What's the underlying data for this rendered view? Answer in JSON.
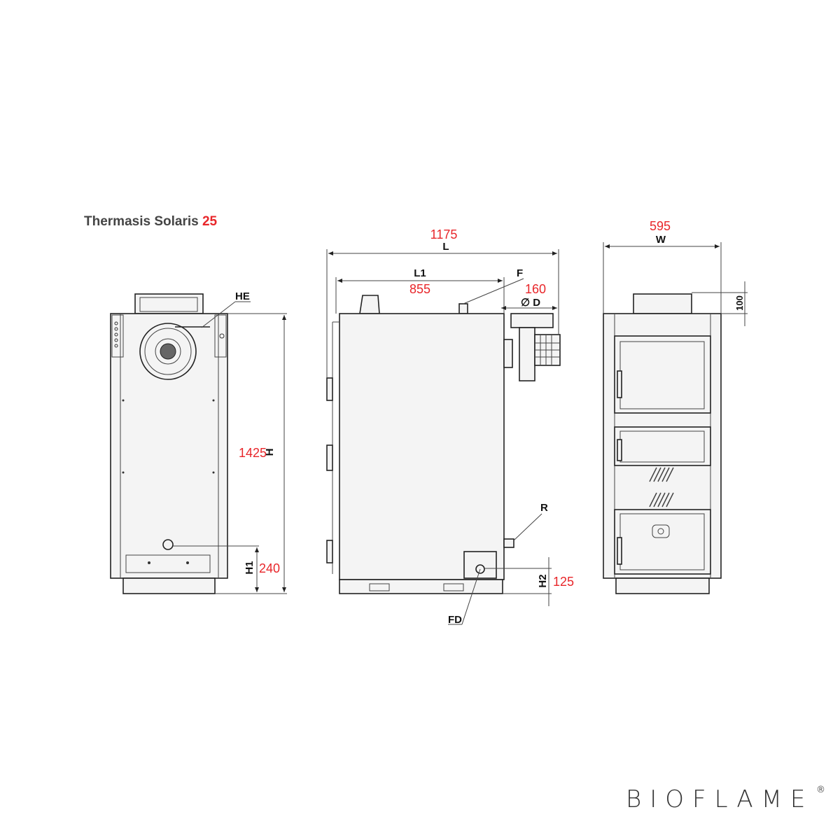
{
  "title": {
    "model": "Thermasis Solaris",
    "size": "25"
  },
  "front_view": {
    "he_label": "HE",
    "height_value": "1425",
    "height_label": "H",
    "h1_value": "240",
    "h1_label": "H1"
  },
  "side_view": {
    "length_value": "1175",
    "length_label": "L",
    "l1_value": "855",
    "l1_label": "L1",
    "f_label": "F",
    "d_value": "160",
    "d_label": "∅ D",
    "r_label": "R",
    "h2_value": "125",
    "h2_label": "H2",
    "fd_label": "FD"
  },
  "back_view": {
    "width_value": "595",
    "width_label": "W",
    "top_value": "100"
  },
  "logo": {
    "text": "BIOFLAME",
    "mark": "®"
  },
  "colors": {
    "dimension": "#e8262a",
    "line": "#222222"
  }
}
